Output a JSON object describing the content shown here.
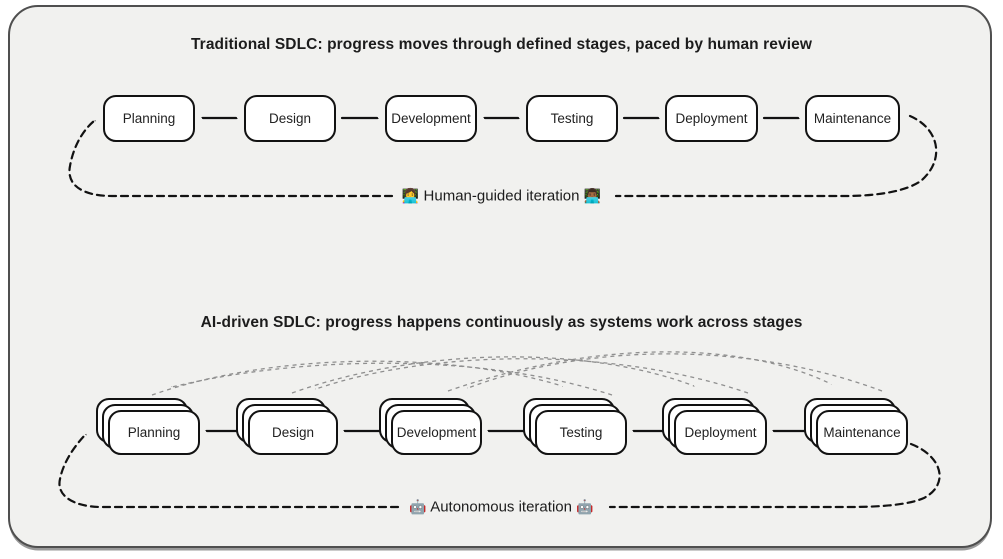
{
  "diagram": {
    "traditional": {
      "title": "Traditional SDLC: progress moves through defined stages, paced by human review",
      "stages": [
        "Planning",
        "Design",
        "Development",
        "Testing",
        "Deployment",
        "Maintenance"
      ],
      "connections": [
        "bidirectional",
        "forward",
        "bidirectional",
        "forward",
        "forward"
      ],
      "loop": {
        "emoji_left": "👩‍💻",
        "label": "Human-guided iteration",
        "emoji_right": "👨🏾‍💻"
      }
    },
    "ai_driven": {
      "title": "AI-driven SDLC: progress happens continuously as systems work across stages",
      "stages": [
        "Planning",
        "Design",
        "Development",
        "Testing",
        "Deployment",
        "Maintenance"
      ],
      "connections": [
        "bidirectional",
        "bidirectional",
        "bidirectional",
        "bidirectional",
        "bidirectional"
      ],
      "cross_links": "dashed gray arcs skipping between non-adjacent stages in both directions",
      "loop": {
        "emoji_left": "🤖",
        "label": "Autonomous iteration",
        "emoji_right": "🤖"
      }
    },
    "colors": {
      "canvas_background": "#f1f1ef",
      "box_fill": "#ffffff",
      "stroke": "#121212",
      "arc_gray": "#8f8f8f",
      "frame_border": "#4f4f4f"
    }
  }
}
